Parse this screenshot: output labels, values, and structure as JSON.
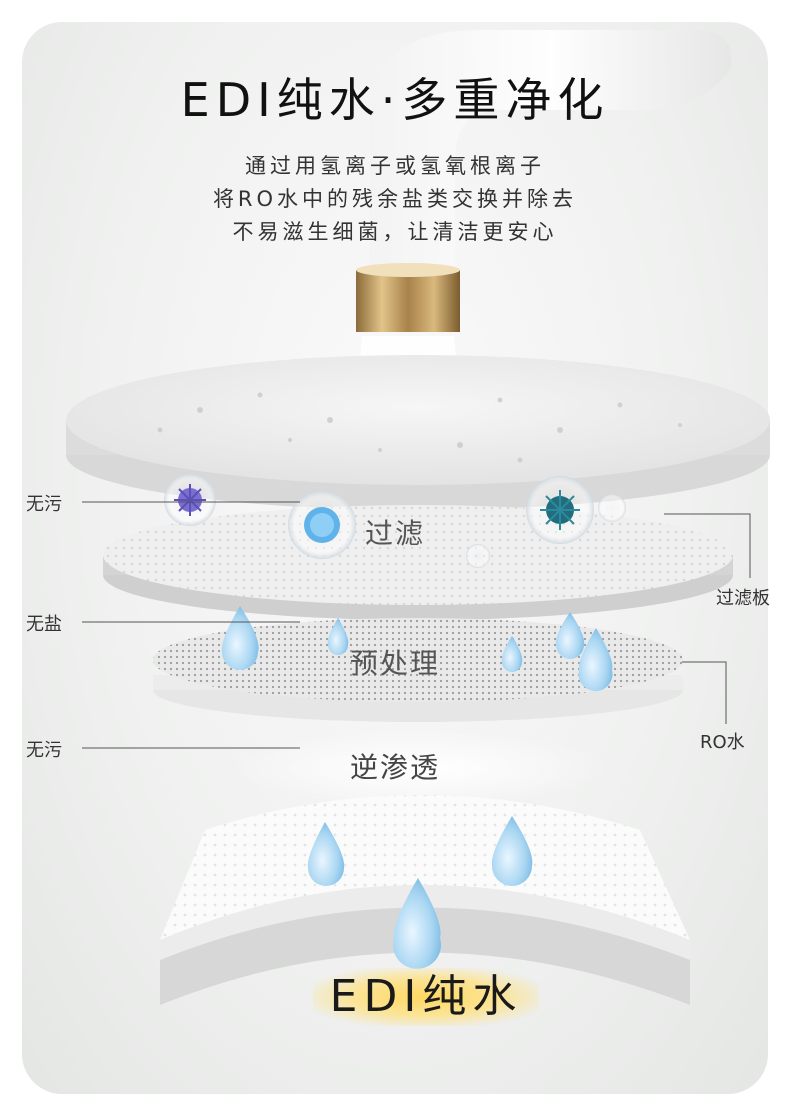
{
  "header": {
    "title": "EDI纯水·多重净化",
    "lines": [
      "通过用氢离子或氢氧根离子",
      "将RO水中的残余盐类交换并除去",
      "不易滋生细菌，让清洁更安心"
    ]
  },
  "layers": {
    "filter": "过滤",
    "pretreat": "预处理",
    "ro": "逆渗透",
    "final": "EDI纯水"
  },
  "callouts": {
    "left_1": "无污",
    "left_2": "无盐",
    "left_3": "无污",
    "right_1": "过滤板",
    "right_2": "RO水"
  }
}
